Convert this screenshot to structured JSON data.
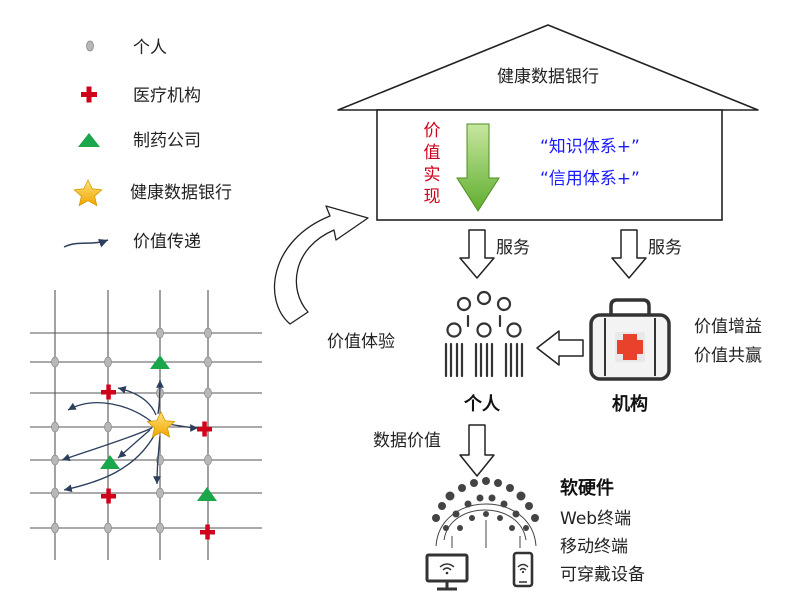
{
  "legend": [
    {
      "icon": "person-dot-icon",
      "label": "个人"
    },
    {
      "icon": "red-cross-icon",
      "label": "医疗机构"
    },
    {
      "icon": "green-triangle-icon",
      "label": "制药公司"
    },
    {
      "icon": "gold-star-icon",
      "label": "健康数据银行"
    },
    {
      "icon": "value-arrow-icon",
      "label": "价值传递"
    }
  ],
  "bank": {
    "title": "健康数据银行",
    "value_realization_chars": [
      "价",
      "值",
      "实",
      "现"
    ],
    "systems": [
      "“知识体系+”",
      "“信用体系+”"
    ]
  },
  "flows": {
    "service_left": "服务",
    "service_right": "服务",
    "value_experience": "价值体验",
    "data_value": "数据价值"
  },
  "nodes": {
    "person": "个人",
    "institution": "机构",
    "institution_benefits": [
      "价值增益",
      "价值共赢"
    ]
  },
  "devices": {
    "title": "软硬件",
    "items": [
      "Web终端",
      "移动终端",
      "可穿戴设备"
    ]
  },
  "colors": {
    "red": "#d0021b",
    "green": "#1aa64a",
    "star": "#f4c430",
    "arrow_green": "#7dc242",
    "blue_text": "#1a1aff",
    "dark_arrow": "#2c3e5c"
  }
}
